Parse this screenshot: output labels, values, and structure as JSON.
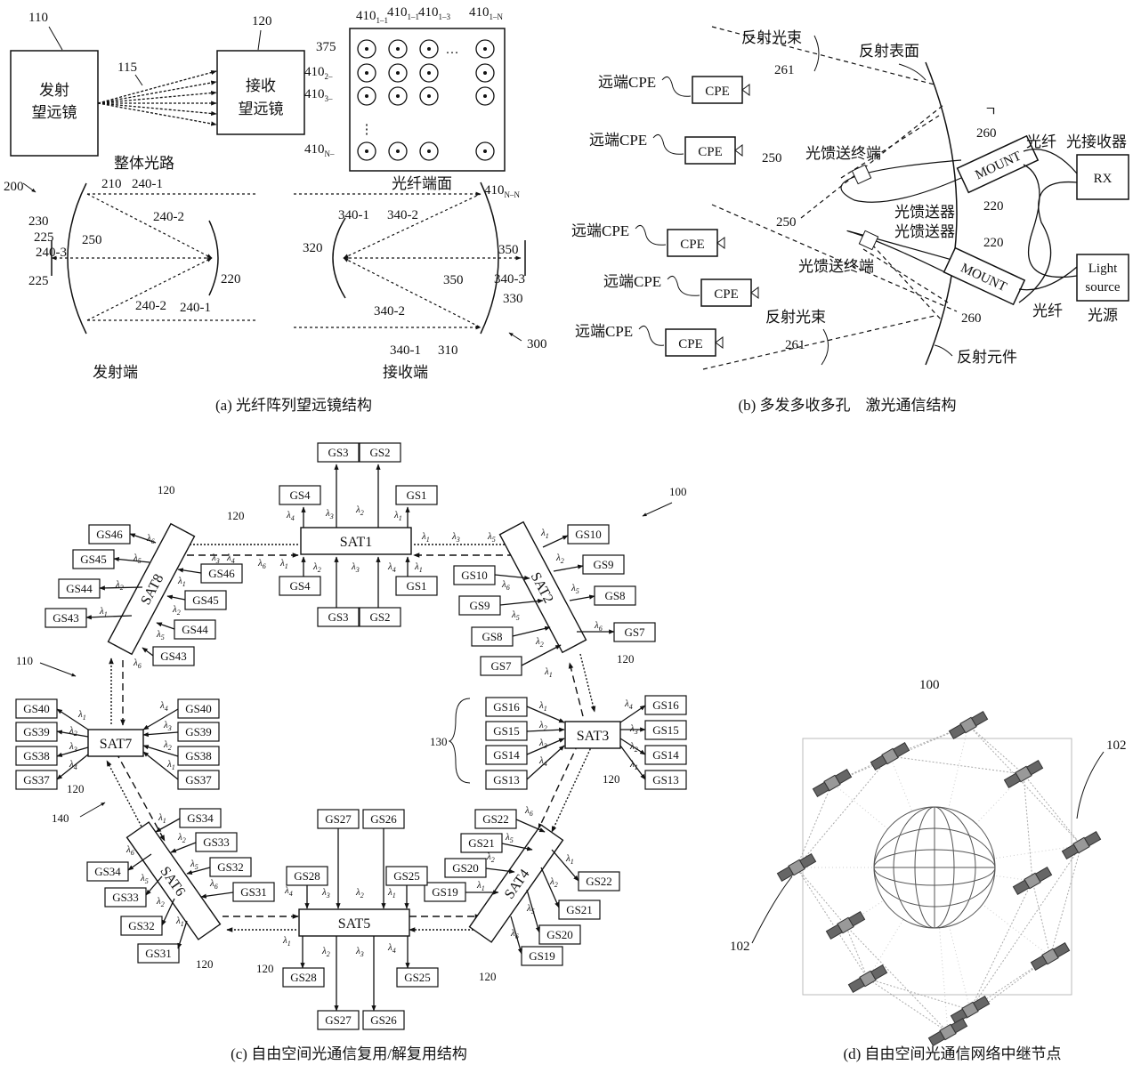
{
  "panel_a": {
    "caption": "(a) 光纤阵列望远镜结构",
    "transmit_telescope": [
      "发射",
      "望远镜"
    ],
    "receive_telescope": [
      "接收",
      "望远镜"
    ],
    "label_110": "110",
    "label_120": "120",
    "label_115": "115",
    "fiber_end_face": "光纤端面",
    "label_375": "375",
    "array_top_labels": [
      "410",
      "410",
      "410",
      "410"
    ],
    "array_top_subs": [
      "1–1",
      "1–1",
      "1–3",
      "1–N"
    ],
    "array_left_labels": [
      "410",
      "410",
      "410"
    ],
    "array_left_subs": [
      "2–",
      "3–",
      "N–"
    ],
    "array_corner_label": "410",
    "array_corner_sub": "N–N",
    "ellipsis": "…",
    "vdots": "⋮",
    "whole_path": "整体光路",
    "label_200": "200",
    "label_210": "210",
    "label_240_1": "240-1",
    "label_240_2": "240-2",
    "label_240_3": "240-3",
    "label_230": "230",
    "label_225": "225",
    "label_250": "250",
    "label_220": "220",
    "transmit_end": "发射端",
    "label_340_1": "340-1",
    "label_340_2": "340-2",
    "label_340_3": "340-3",
    "label_320": "320",
    "label_350": "350",
    "label_330": "330",
    "label_310": "310",
    "label_300": "300",
    "receive_end": "接收端"
  },
  "panel_b": {
    "caption": "(b) 多发多收多孔　激光通信结构",
    "reflected_beam": "反射光束",
    "reflective_surface": "反射表面",
    "reflective_element": "反射元件",
    "label_261": "261",
    "label_260": "260",
    "label_250": "250",
    "label_220": "220",
    "remote_cpe": "远端CPE",
    "cpe": "CPE",
    "feed_terminal": "光馈送终端",
    "feeder": "光馈送器",
    "mount": "MOUNT",
    "fiber": "光纤",
    "optical_receiver": "光接收器",
    "rx": "RX",
    "light_source_en": [
      "Light",
      "source"
    ],
    "light_source_cn": "光源",
    "mark": "ㄱ"
  },
  "panel_c": {
    "caption": "(c) 自由空间光通信复用/解复用结构",
    "satellites": [
      "SAT1",
      "SAT2",
      "SAT3",
      "SAT4",
      "SAT5",
      "SAT6",
      "SAT7",
      "SAT8"
    ],
    "label_100": "100",
    "label_110": "110",
    "label_120": "120",
    "label_130": "130",
    "label_140": "140",
    "lambda": "λ",
    "sub_1": "1",
    "sub_2": "2",
    "sub_3": "3",
    "sub_4": "4",
    "sub_5": "5",
    "sub_6": "6",
    "gs_1": "GS1",
    "gs_2": "GS2",
    "gs_3": "GS3",
    "gs_4": "GS4",
    "gs_7": "GS7",
    "gs_8": "GS8",
    "gs_9": "GS9",
    "gs_10": "GS10",
    "gs_13": "GS13",
    "gs_14": "GS14",
    "gs_15": "GS15",
    "gs_16": "GS16",
    "gs_19": "GS19",
    "gs_20": "GS20",
    "gs_21": "GS21",
    "gs_22": "GS22",
    "gs_25": "GS25",
    "gs_26": "GS26",
    "gs_27": "GS27",
    "gs_28": "GS28",
    "gs_31": "GS31",
    "gs_32": "GS32",
    "gs_33": "GS33",
    "gs_34": "GS34",
    "gs_37": "GS37",
    "gs_38": "GS38",
    "gs_39": "GS39",
    "gs_40": "GS40",
    "gs_43": "GS43",
    "gs_44": "GS44",
    "gs_45": "GS45",
    "gs_46": "GS46"
  },
  "panel_d": {
    "caption": "(d) 自由空间光通信网络中继节点",
    "label_100": "100",
    "label_102": "102"
  }
}
